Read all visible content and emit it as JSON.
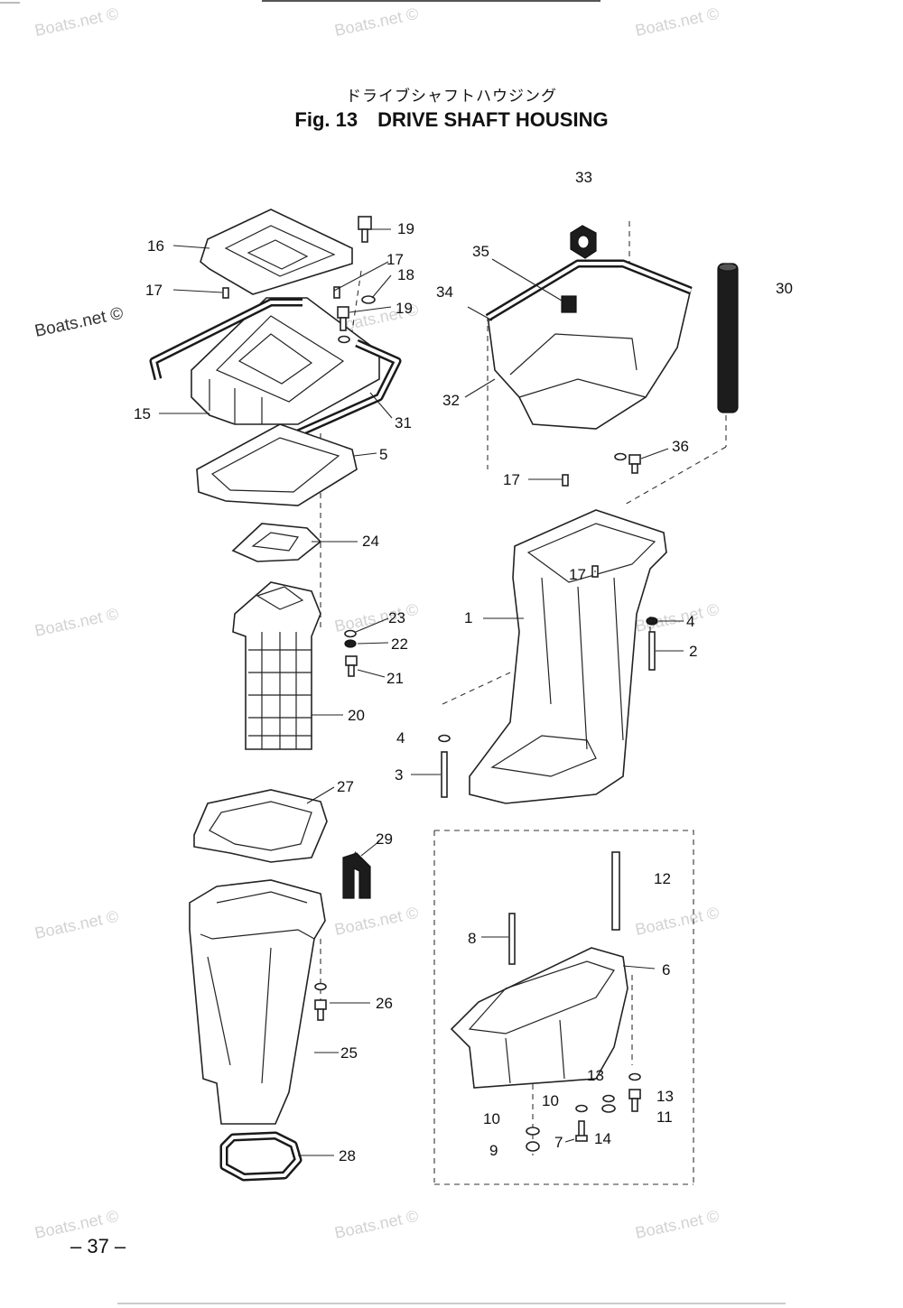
{
  "title_jp": "ドライブシャフトハウジング",
  "fig_label": "Fig. 13",
  "title": "DRIVE SHAFT HOUSING",
  "page_number": "– 37 –",
  "watermark": "Boats.net ©",
  "watermark_bold": "Boats.net ©",
  "callouts": {
    "c1": "1",
    "c2": "2",
    "c3": "3",
    "c4a": "4",
    "c4b": "4",
    "c5": "5",
    "c6": "6",
    "c7": "7",
    "c8": "8",
    "c9": "9",
    "c10a": "10",
    "c10b": "10",
    "c11": "11",
    "c12": "12",
    "c13a": "13",
    "c13b": "13",
    "c14": "14",
    "c15": "15",
    "c16": "16",
    "c17a": "17",
    "c17b": "17",
    "c17c": "17",
    "c17d": "17",
    "c18": "18",
    "c19a": "19",
    "c19b": "19",
    "c20": "20",
    "c21": "21",
    "c22": "22",
    "c23": "23",
    "c24": "24",
    "c25": "25",
    "c26": "26",
    "c27": "27",
    "c28": "28",
    "c29": "29",
    "c30": "30",
    "c31": "31",
    "c32": "32",
    "c33": "33",
    "c34": "34",
    "c35": "35",
    "c36": "36"
  }
}
